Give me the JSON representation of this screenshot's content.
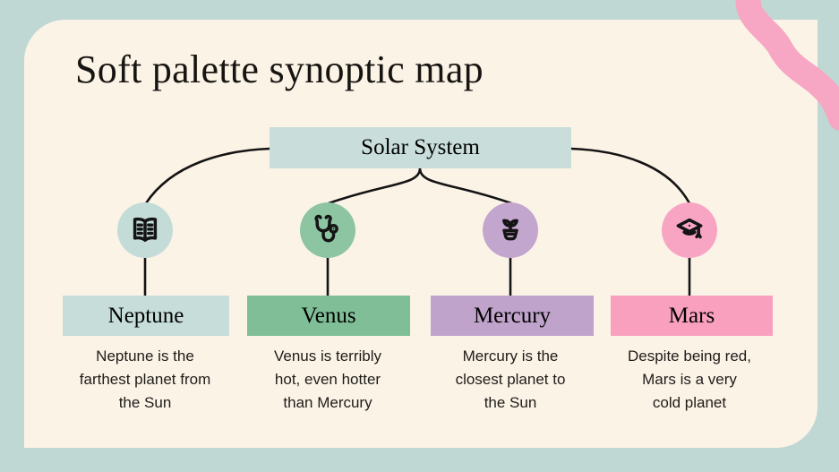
{
  "slide": {
    "title": "Soft palette synoptic map"
  },
  "diagram": {
    "root": {
      "label": "Solar System"
    },
    "nodes": [
      {
        "label": "Neptune",
        "icon": "open-book-icon",
        "description": "Neptune is the\nfarthest planet from\nthe Sun",
        "circle_color": "#c3dcd8",
        "box_color": "#c6ddd9"
      },
      {
        "label": "Venus",
        "icon": "stethoscope-icon",
        "description": "Venus is terribly\nhot, even hotter\nthan Mercury",
        "circle_color": "#8dc5a3",
        "box_color": "#80be98"
      },
      {
        "label": "Mercury",
        "icon": "potted-plant-icon",
        "description": "Mercury is the\nclosest planet to\nthe Sun",
        "circle_color": "#c3a6ce",
        "box_color": "#c0a3cb"
      },
      {
        "label": "Mars",
        "icon": "graduation-cap-icon",
        "description": "Despite being red,\nMars is a very\ncold planet",
        "circle_color": "#f8a5c3",
        "box_color": "#f9a0bf"
      }
    ]
  },
  "colors": {
    "background": "#bfd8d3",
    "card": "#fcf3e7",
    "root_box": "#c9dedb",
    "line": "#141414",
    "ribbon": "#f7a6c3",
    "title_text": "#171511"
  }
}
